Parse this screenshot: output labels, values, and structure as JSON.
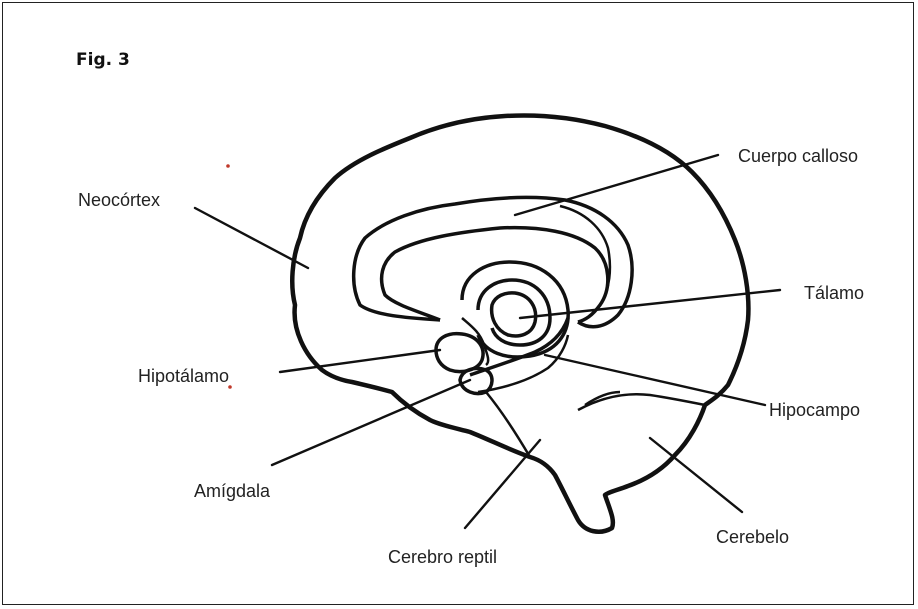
{
  "figure": {
    "title": "Fig. 3"
  },
  "labels": {
    "neocortex": "Neocórtex",
    "cuerpo_calloso": "Cuerpo calloso",
    "talamo": "Tálamo",
    "hipotalamo": "Hipotálamo",
    "hipocampo": "Hipocampo",
    "amigdala": "Amígdala",
    "cerebro_reptil": "Cerebro reptil",
    "cerebelo": "Cerebelo"
  },
  "colors": {
    "stroke": "#111111",
    "marker": "#c0392b"
  }
}
